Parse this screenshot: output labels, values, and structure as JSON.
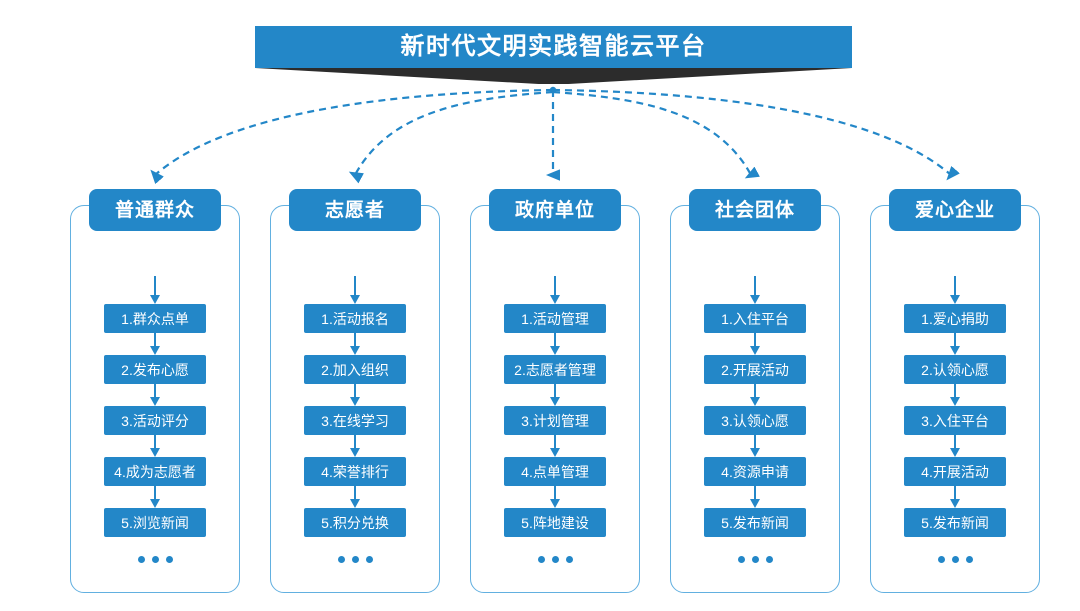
{
  "theme": {
    "brand_blue": "#2387c8",
    "border_blue": "#62b0e0",
    "shadow_dark": "#2c2c2c",
    "background": "#ffffff",
    "text_on_brand": "#ffffff"
  },
  "header": {
    "title": "新时代文明实践智能云平台"
  },
  "ellipsis_label": "...",
  "columns": [
    {
      "header": "普通群众",
      "steps": [
        "1.群众点单",
        "2.发布心愿",
        "3.活动评分",
        "4.成为志愿者",
        "5.浏览新闻"
      ]
    },
    {
      "header": "志愿者",
      "steps": [
        "1.活动报名",
        "2.加入组织",
        "3.在线学习",
        "4.荣誉排行",
        "5.积分兑换"
      ]
    },
    {
      "header": "政府单位",
      "steps": [
        "1.活动管理",
        "2.志愿者管理",
        "3.计划管理",
        "4.点单管理",
        "5.阵地建设"
      ]
    },
    {
      "header": "社会团体",
      "steps": [
        "1.入住平台",
        "2.开展活动",
        "3.认领心愿",
        "4.资源申请",
        "5.发布新闻"
      ]
    },
    {
      "header": "爱心企业",
      "steps": [
        "1.爱心捐助",
        "2.认领心愿",
        "3.入住平台",
        "4.开展活动",
        "5.发布新闻"
      ]
    }
  ]
}
